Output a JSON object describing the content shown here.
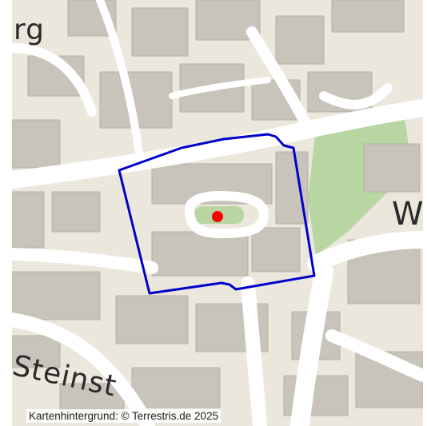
{
  "map": {
    "street_labels": {
      "top_left": "rg",
      "right": "W",
      "bottom_left": "Steinst"
    },
    "attribution": "Kartenhintergrund: © Terrestris.de 2025",
    "colors": {
      "background": "#ebe7dd",
      "road": "#ffffff",
      "building": "#c8c4bb",
      "green": "#b8d6a2",
      "boundary": "#0000cc",
      "marker": "#ff0000"
    },
    "marker": {
      "type": "location-dot"
    },
    "boundary": {
      "type": "selected-area-outline"
    }
  }
}
